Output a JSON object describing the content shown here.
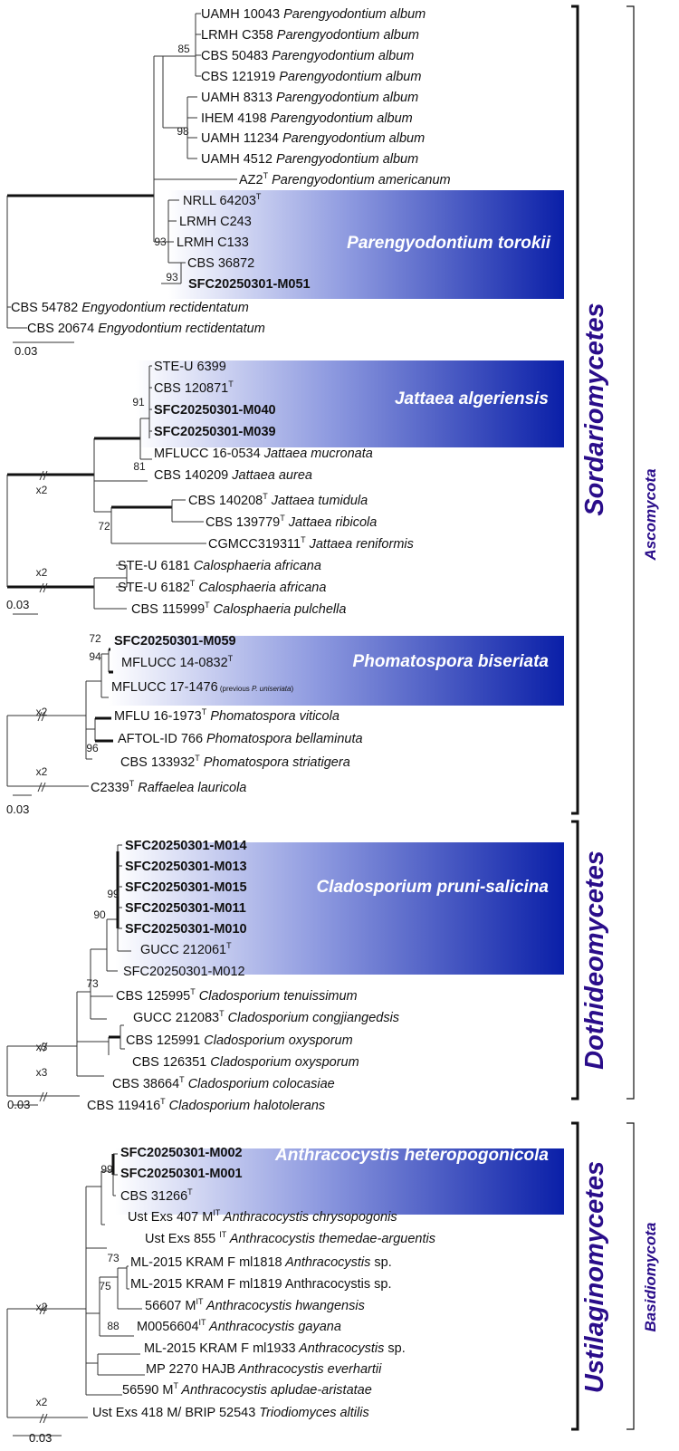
{
  "panel1": {
    "labels": [
      {
        "id": "UAMH 10043",
        "pre": "UAMH 10043",
        "sp": "Parengyodontium album"
      },
      {
        "id": "LRMH C358",
        "pre": "LRMH C358",
        "sp": "Parengyodontium album"
      },
      {
        "id": "CBS 50483",
        "pre": "CBS 50483",
        "sp": "Parengyodontium album"
      },
      {
        "id": "CBS 121919",
        "pre": "CBS 121919",
        "sp": "Parengyodontium album"
      },
      {
        "id": "UAMH 8313",
        "pre": "UAMH 8313",
        "sp": "Parengyodontium album"
      },
      {
        "id": "IHEM 4198",
        "pre": "IHEM 4198",
        "sp": "Parengyodontium album"
      },
      {
        "id": "UAMH 11234",
        "pre": "UAMH 11234",
        "sp": "Parengyodontium album"
      },
      {
        "id": "UAMH 4512",
        "pre": "UAMH 4512",
        "sp": "Parengyodontium album"
      },
      {
        "id": "AZ2",
        "pre": "AZ2",
        "sup": "T",
        "sp": "Parengyodontium americanum"
      },
      {
        "id": "NRLL 64203",
        "pre": "NRLL 64203",
        "sup": "T"
      },
      {
        "id": "LRMH C243",
        "pre": "LRMH C243"
      },
      {
        "id": "LRMH C133",
        "pre": "LRMH C133"
      },
      {
        "id": "CBS 36872",
        "pre": "CBS 36872"
      },
      {
        "id": "SFC20250301-M051",
        "pre": "SFC20250301-M051",
        "bold": true
      },
      {
        "id": "CBS 54782",
        "pre": "CBS 54782",
        "sp": "Engyodontium rectidentatum"
      },
      {
        "id": "CBS 20674",
        "pre": "CBS 20674",
        "sp": "Engyodontium rectidentatum"
      }
    ],
    "bootstrap": [
      "85",
      "98",
      "93",
      "93"
    ],
    "clade": "Parengyodontium torokii",
    "scale": "0.03"
  },
  "panel2": {
    "labels": [
      {
        "id": "STE-U 6399",
        "pre": "STE-U 6399"
      },
      {
        "id": "CBS 120871",
        "pre": "CBS 120871",
        "sup": "T"
      },
      {
        "id": "SFC20250301-M040",
        "pre": "SFC20250301-M040",
        "bold": true
      },
      {
        "id": "SFC20250301-M039",
        "pre": "SFC20250301-M039",
        "bold": true
      },
      {
        "id": "MFLUCC 16-0534",
        "pre": "MFLUCC 16-0534",
        "sp": "Jattaea mucronata"
      },
      {
        "id": "CBS 140209",
        "pre": "CBS 140209",
        "sp": "Jattaea aurea"
      },
      {
        "id": "CBS 140208",
        "pre": "CBS 140208",
        "sup": "T",
        "sp": "Jattaea tumidula"
      },
      {
        "id": "CBS 139779",
        "pre": "CBS 139779",
        "sup": "T",
        "sp": "Jattaea ribicola"
      },
      {
        "id": "CGMCC319311",
        "pre": "CGMCC319311",
        "sup": "T",
        "sp": "Jattaea reniformis"
      },
      {
        "id": "STE-U 6181",
        "pre": "STE-U 6181",
        "sp": "Calosphaeria africana"
      },
      {
        "id": "STE-U 6182",
        "pre": "STE-U 6182",
        "sup": "T",
        "sp": "Calosphaeria africana"
      },
      {
        "id": "CBS 115999",
        "pre": "CBS 115999",
        "sup": "T",
        "sp": "Calosphaeria pulchella"
      }
    ],
    "bootstrap": [
      "91",
      "81",
      "72"
    ],
    "breaks": [
      "x2",
      "x2"
    ],
    "clade": "Jattaea algeriensis",
    "scale": "0.03"
  },
  "panel3": {
    "labels": [
      {
        "id": "SFC20250301-M059",
        "pre": "SFC20250301-M059",
        "bold": true
      },
      {
        "id": "MFLUCC 14-0832",
        "pre": "MFLUCC 14-0832",
        "sup": "T"
      },
      {
        "id": "MFLUCC 17-1476",
        "pre": "MFLUCC 17-1476",
        "note": "(previous P. uniseriata)"
      },
      {
        "id": "MFLU 16-1973",
        "pre": "MFLU 16-1973",
        "sup": "T",
        "sp": "Phomatospora viticola"
      },
      {
        "id": "AFTOL-ID 766",
        "pre": "AFTOL-ID 766",
        "sp": "Phomatospora bellaminuta"
      },
      {
        "id": "CBS 133932",
        "pre": "CBS 133932",
        "sup": "T",
        "sp": "Phomatospora striatigera"
      },
      {
        "id": "C2339",
        "pre": "C2339",
        "sup": "T",
        "sp": "Raffaelea lauricola"
      }
    ],
    "bootstrap": [
      "72",
      "94",
      "96"
    ],
    "breaks": [
      "x2",
      "x2"
    ],
    "clade": "Phomatospora biseriata",
    "scale": "0.03"
  },
  "panel4": {
    "labels": [
      {
        "id": "SFC20250301-M014",
        "pre": "SFC20250301-M014",
        "bold": true
      },
      {
        "id": "SFC20250301-M013",
        "pre": "SFC20250301-M013",
        "bold": true
      },
      {
        "id": "SFC20250301-M015",
        "pre": "SFC20250301-M015",
        "bold": true
      },
      {
        "id": "SFC20250301-M011",
        "pre": "SFC20250301-M011",
        "bold": true
      },
      {
        "id": "SFC20250301-M010",
        "pre": "SFC20250301-M010",
        "bold": true
      },
      {
        "id": "GUCC 212061",
        "pre": "GUCC 212061",
        "sup": "T"
      },
      {
        "id": "SFC20250301-M012",
        "pre": "SFC20250301-M012"
      },
      {
        "id": "CBS 125995",
        "pre": "CBS 125995",
        "sup": "T",
        "sp": "Cladosporium tenuissimum"
      },
      {
        "id": "GUCC 212083",
        "pre": "GUCC 212083",
        "sup": "T",
        "sp": "Cladosporium congjiangedsis"
      },
      {
        "id": "CBS 125991",
        "pre": "CBS 125991",
        "sp": "Cladosporium oxysporum"
      },
      {
        "id": "CBS 126351",
        "pre": "CBS 126351",
        "sp": "Cladosporium oxysporum"
      },
      {
        "id": "CBS 38664",
        "pre": "CBS 38664",
        "sup": "T",
        "sp": "Cladosporium colocasiae"
      },
      {
        "id": "CBS 119416",
        "pre": "CBS 119416",
        "sup": "T",
        "sp": "Cladosporium halotolerans"
      }
    ],
    "bootstrap": [
      "99",
      "90",
      "73"
    ],
    "breaks": [
      "x3",
      "x3"
    ],
    "clade": "Cladosporium pruni-salicina",
    "scale": "0.03"
  },
  "panel5": {
    "labels": [
      {
        "id": "SFC20250301-M002",
        "pre": "SFC20250301-M002",
        "bold": true
      },
      {
        "id": "SFC20250301-M001",
        "pre": "SFC20250301-M001",
        "bold": true
      },
      {
        "id": "CBS 31266",
        "pre": "CBS 31266",
        "sup": "T"
      },
      {
        "id": "Ust Exs 407 M",
        "pre": "Ust Exs 407 M",
        "sup": "IT",
        "sp": "Anthracocystis chrysopogonis"
      },
      {
        "id": "Ust Exs 855",
        "pre": "Ust Exs 855 ",
        "sup": "IT",
        "sp": "Anthracocystis themedae-arguentis"
      },
      {
        "id": "ML-2015 KRAM F ml1818",
        "pre": "ML-2015 KRAM F ml1818",
        "sp": "Anthracocystis",
        "post": "sp."
      },
      {
        "id": "ML-2015 KRAM F ml1819",
        "pre": "ML-2015 KRAM F ml1819 Anthracocystis sp."
      },
      {
        "id": "56607 M",
        "pre": "56607 M",
        "sup": "IT",
        "sp": "Anthracocystis hwangensis"
      },
      {
        "id": "M0056604",
        "pre": "M0056604",
        "sup": "IT",
        "sp": "Anthracocystis gayana"
      },
      {
        "id": "ML-2015 KRAM F ml1933",
        "pre": "ML-2015 KRAM F ml1933",
        "sp": "Anthracocystis",
        "post": "sp."
      },
      {
        "id": "MP 2270 HAJB",
        "pre": "MP 2270 HAJB",
        "sp": "Anthracocystis everhartii"
      },
      {
        "id": "56590 M",
        "pre": "56590 M",
        "sup": "T",
        "sp": "Anthracocystis apludae-aristatae"
      },
      {
        "id": "Ust Exs 418 M/ BRIP 52543",
        "pre": "Ust Exs 418 M/ BRIP 52543",
        "sp": "Triodiomyces altilis"
      }
    ],
    "bootstrap": [
      "99",
      "73",
      "75",
      "88"
    ],
    "breaks": [
      "x2",
      "x2"
    ],
    "clade": "Anthracocystis heteropogonicola",
    "scale": "0.03"
  },
  "classes": {
    "sordario": "Sordariomycetes",
    "dothideo": "Dothideomycetes",
    "ustilagino": "Ustilaginomycetes"
  },
  "phyla": {
    "asco": "Ascomycota",
    "basidio": "Basidiomycota"
  },
  "colors": {
    "clade_light": "#ffffff",
    "clade_dark": "#0a1fa8",
    "class_text": "#2a0d8a"
  },
  "icons": {
    "branch_break": "double-slash"
  }
}
